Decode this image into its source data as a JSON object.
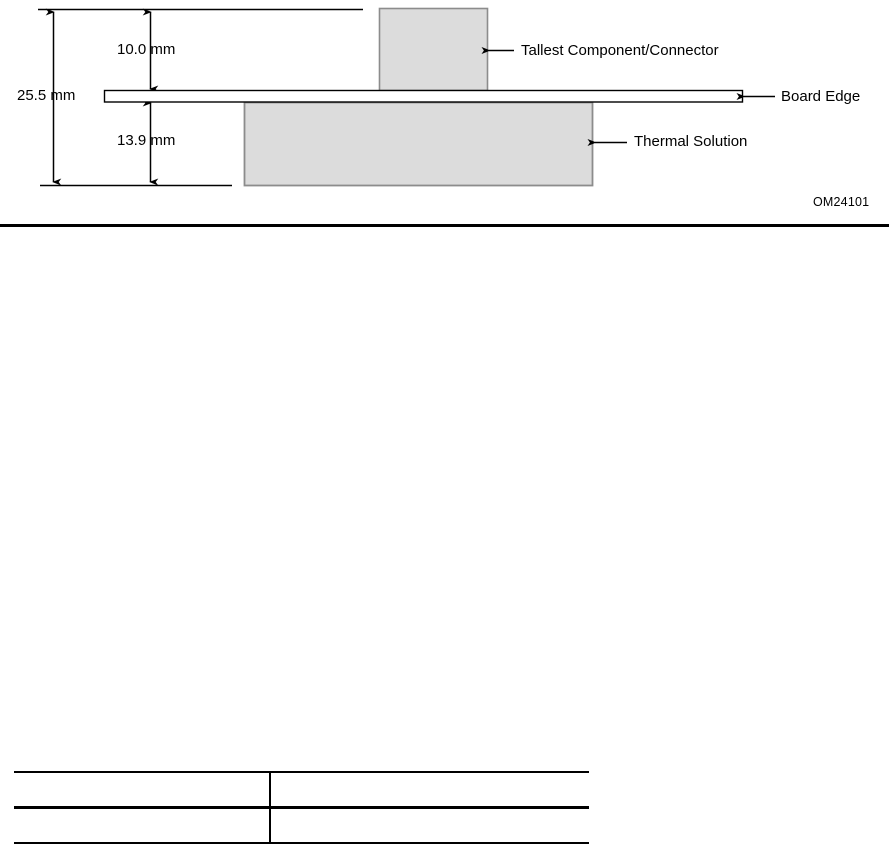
{
  "figure": {
    "dimensions": {
      "overall": "25.5 mm",
      "above_board": "10.0 mm",
      "below_board": "13.9 mm"
    },
    "callouts": {
      "tallest_component": "Tallest Component/Connector",
      "board_edge": "Board Edge",
      "thermal_solution": "Thermal Solution"
    },
    "figure_id": "OM24101",
    "colors": {
      "component_fill": "#dcdcdc",
      "component_stroke": "#808080",
      "board_fill": "#ffffff",
      "line": "#000000"
    }
  },
  "bottom_table": {
    "header": [
      "",
      ""
    ],
    "rows": [
      [
        "",
        ""
      ]
    ]
  }
}
